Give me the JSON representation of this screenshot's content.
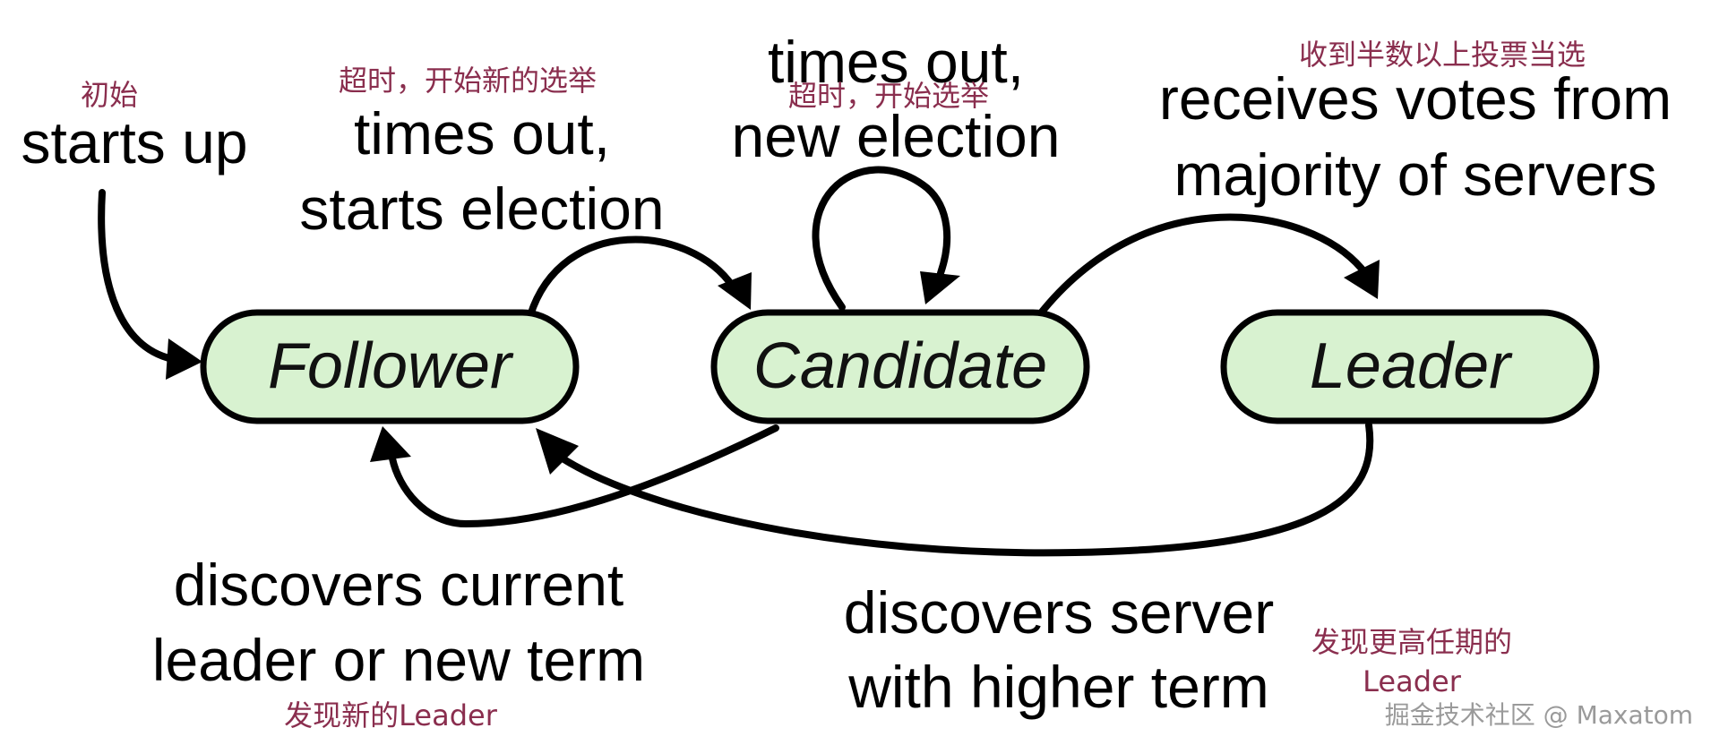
{
  "states": {
    "follower": "Follower",
    "candidate": "Candidate",
    "leader": "Leader"
  },
  "transitions": {
    "start": {
      "en": "starts up",
      "cn": "初始"
    },
    "follower_to_candidate": {
      "en_line1": "times out,",
      "en_line2": "starts election",
      "cn": "超时，开始新的选举"
    },
    "candidate_self": {
      "en_line1": "times out,",
      "en_line2": "new election",
      "cn": "超时，开始选举"
    },
    "candidate_to_leader": {
      "en_line1": "receives votes from",
      "en_line2": "majority of servers",
      "cn": "收到半数以上投票当选"
    },
    "candidate_to_follower": {
      "en_line1": "discovers current",
      "en_line2": "leader or new term",
      "cn": "发现新的Leader"
    },
    "leader_to_follower": {
      "en_line1": "discovers server",
      "en_line2": "with higher term",
      "cn_line1": "发现更高任期的",
      "cn_line2": "Leader"
    }
  },
  "watermark": "掘金技术社区 @ Maxatom",
  "colors": {
    "node_fill": "#d8f2d0",
    "node_stroke": "#000000",
    "annotation": "#8a2e4e",
    "watermark": "#9a9a9a"
  }
}
